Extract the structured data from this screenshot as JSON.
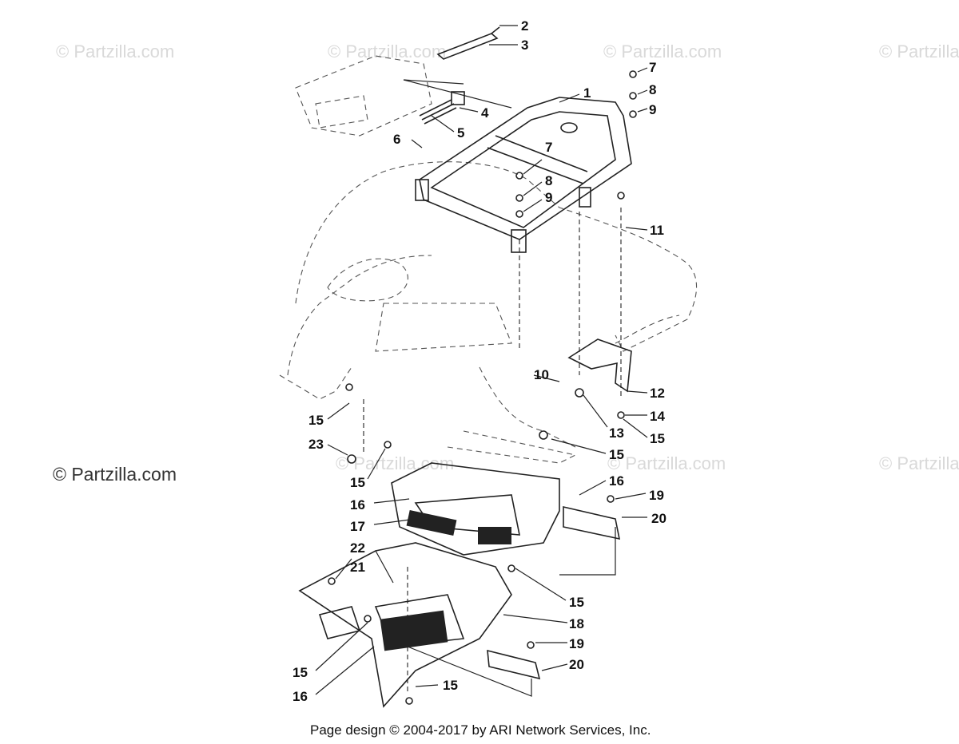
{
  "watermarks": {
    "text": "© Partzilla.com"
  },
  "footer": {
    "text": "Page design © 2004-2017 by ARI Network Services, Inc."
  },
  "callouts": {
    "c1": "1",
    "c2": "2",
    "c3": "3",
    "c4": "4",
    "c5": "5",
    "c6": "6",
    "c7a": "7",
    "c7b": "7",
    "c8a": "8",
    "c8b": "8",
    "c9a": "9",
    "c9b": "9",
    "c10": "10",
    "c11": "11",
    "c12": "12",
    "c13": "13",
    "c14": "14",
    "c15a": "15",
    "c15b": "15",
    "c15c": "15",
    "c15d": "15",
    "c15e": "15",
    "c15f": "15",
    "c15g": "15",
    "c16a": "16",
    "c16b": "16",
    "c16c": "16",
    "c17": "17",
    "c18": "18",
    "c19a": "19",
    "c19b": "19",
    "c20a": "20",
    "c20b": "20",
    "c21": "21",
    "c22": "22",
    "c23": "23"
  }
}
